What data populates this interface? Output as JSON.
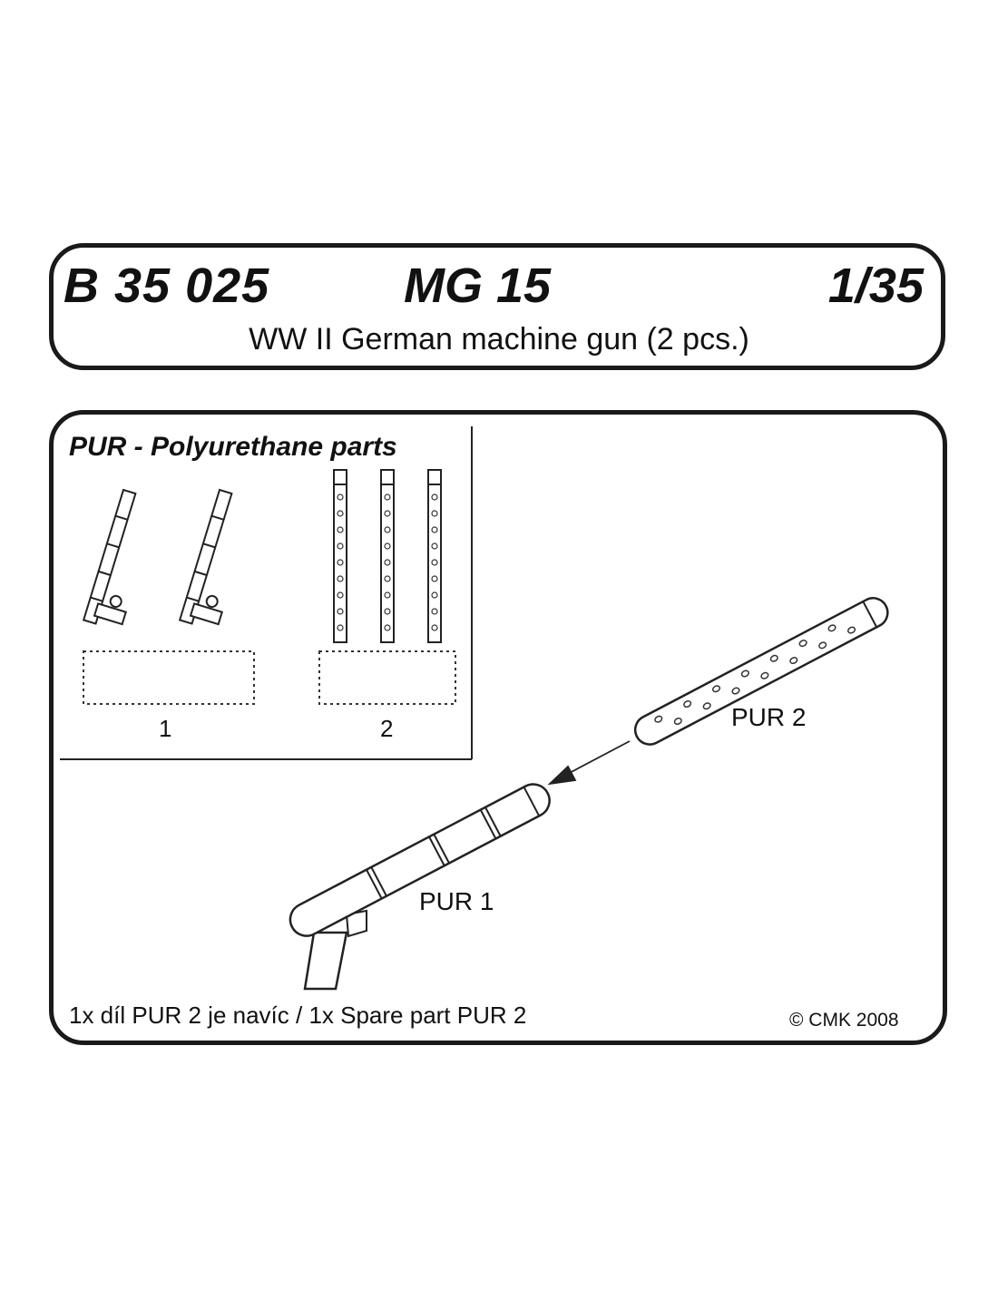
{
  "header": {
    "code": "B 35 025",
    "name": "MG 15",
    "scale": "1/35",
    "subtitle": "WW II German machine gun (2 pcs.)"
  },
  "parts_panel": {
    "title": "PUR - Polyurethane parts",
    "groups": [
      {
        "number": "1"
      },
      {
        "number": "2"
      }
    ]
  },
  "assembly": {
    "part_labels": [
      "PUR 2",
      "PUR 1"
    ]
  },
  "footer": {
    "note": "1x díl PUR 2 je navíc / 1x Spare part PUR 2",
    "copyright": "© CMK 2008"
  }
}
